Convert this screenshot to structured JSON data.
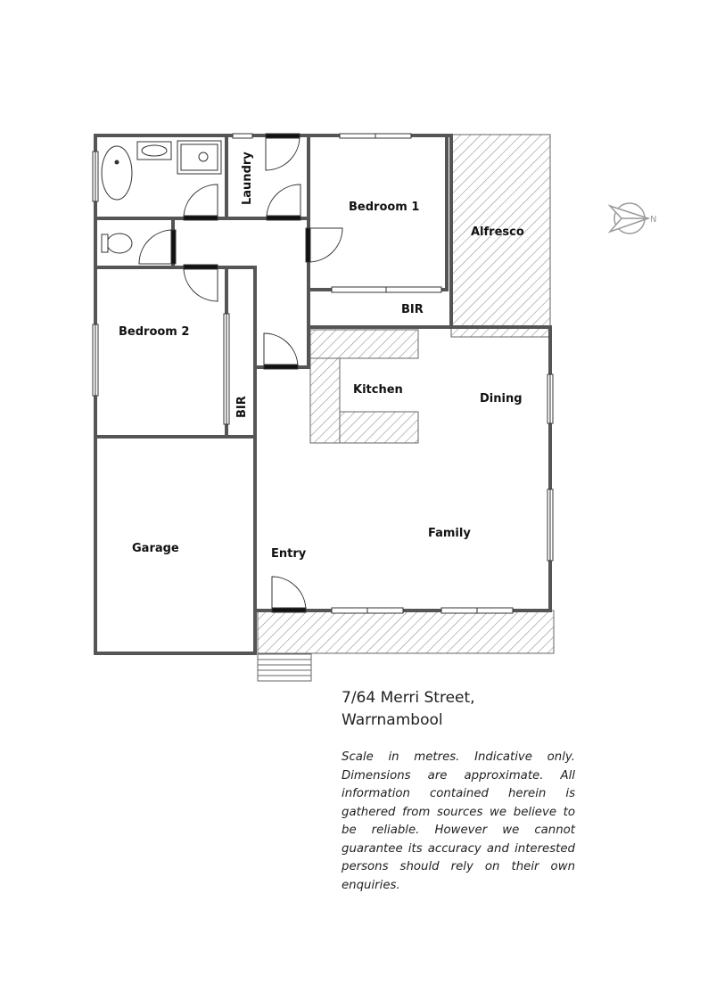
{
  "rooms": {
    "bedroom1": "Bedroom 1",
    "alfresco": "Alfresco",
    "bir1": "BIR",
    "laundry": "Laundry",
    "bedroom2": "Bedroom 2",
    "bir2": "BIR",
    "kitchen": "Kitchen",
    "dining": "Dining",
    "garage": "Garage",
    "entry": "Entry",
    "family": "Family"
  },
  "compass": {
    "label": "N",
    "icon": "north-arrow-icon"
  },
  "address": {
    "line1": "7/64 Merri Street,",
    "line2": "Warrnambool"
  },
  "disclaimer": "Scale in metres. Indicative only. Dimensions are approximate. All information contained herein is gathered from sources we believe to be reliable. However we cannot guarantee its accuracy and interested persons should rely on their own enquiries.",
  "colors": {
    "wall": "#555555",
    "door": "#111111",
    "hatch": "#8a8a8a"
  }
}
